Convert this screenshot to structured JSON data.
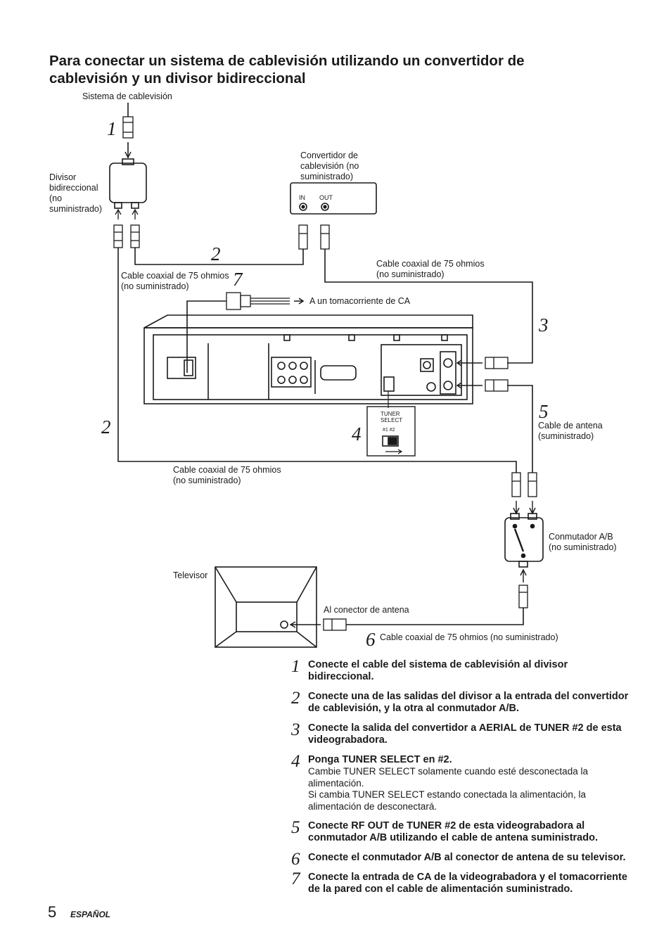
{
  "title": "Para conectar un sistema de cablevisión utilizando un convertidor de cablevisión y un divisor bidireccional",
  "labels": {
    "cable_system": "Sistema de cablevisión",
    "splitter": [
      "Divisor",
      "bidireccional",
      "(no",
      "suministrado)"
    ],
    "converter": [
      "Convertidor de",
      "cablevisión (no",
      "suministrado)"
    ],
    "converter_in": "IN",
    "converter_out": "OUT",
    "coax_right": [
      "Cable coaxial de 75 ohmios",
      "(no suministrado)"
    ],
    "coax_left": [
      "Cable coaxial de 75 ohmios",
      "(no suministrado)"
    ],
    "ac_outlet": "A un tomacorriente de CA",
    "antenna_cable": [
      "Cable de antena",
      "(suministrado)"
    ],
    "coax_bottom": [
      "Cable coaxial de 75 ohmios",
      "(no suministrado)"
    ],
    "ab_switch": [
      "Conmutador A/B",
      "(no suministrado)"
    ],
    "tv": "Televisor",
    "antenna_connector": "Al conector de antena",
    "coax_tv": "Cable coaxial de 75 ohmios (no suministrado)",
    "tuner_select": [
      "TUNER",
      "SELECT"
    ],
    "tuner_positions": "#1  #2"
  },
  "diagram_numbers": {
    "n1": "1",
    "n2a": "2",
    "n2b": "2",
    "n3": "3",
    "n4": "4",
    "n5": "5",
    "n6": "6",
    "n7": "7"
  },
  "steps": [
    {
      "num": "1",
      "title": "Conecte el cable del sistema de cablevisión al divisor bidireccional.",
      "desc": []
    },
    {
      "num": "2",
      "title": "Conecte una de las salidas del divisor a la entrada del convertidor de cablevisión, y la otra al conmutador A/B.",
      "desc": []
    },
    {
      "num": "3",
      "title": "Conecte la salida del convertidor a AERIAL de TUNER #2 de esta videograbadora.",
      "desc": []
    },
    {
      "num": "4",
      "title": "Ponga TUNER SELECT en #2.",
      "desc": [
        "Cambie TUNER SELECT solamente cuando esté desconectada la alimentación.",
        "Si cambia TUNER SELECT estando conectada la alimentación, la alimentación de desconectará."
      ]
    },
    {
      "num": "5",
      "title": "Conecte RF OUT de TUNER #2 de esta videograbadora al conmutador A/B utilizando el cable de antena suministrado.",
      "desc": []
    },
    {
      "num": "6",
      "title": "Conecte el conmutador A/B al conector de antena de su televisor.",
      "desc": []
    },
    {
      "num": "7",
      "title": "Conecte la entrada de CA de la videograbadora y el tomacorriente de la pared con el cable de alimentación suministrado.",
      "desc": []
    }
  ],
  "footer": {
    "page": "5",
    "language": "ESPAÑOL"
  },
  "colors": {
    "ink": "#1a1a1a",
    "paper": "#ffffff"
  }
}
